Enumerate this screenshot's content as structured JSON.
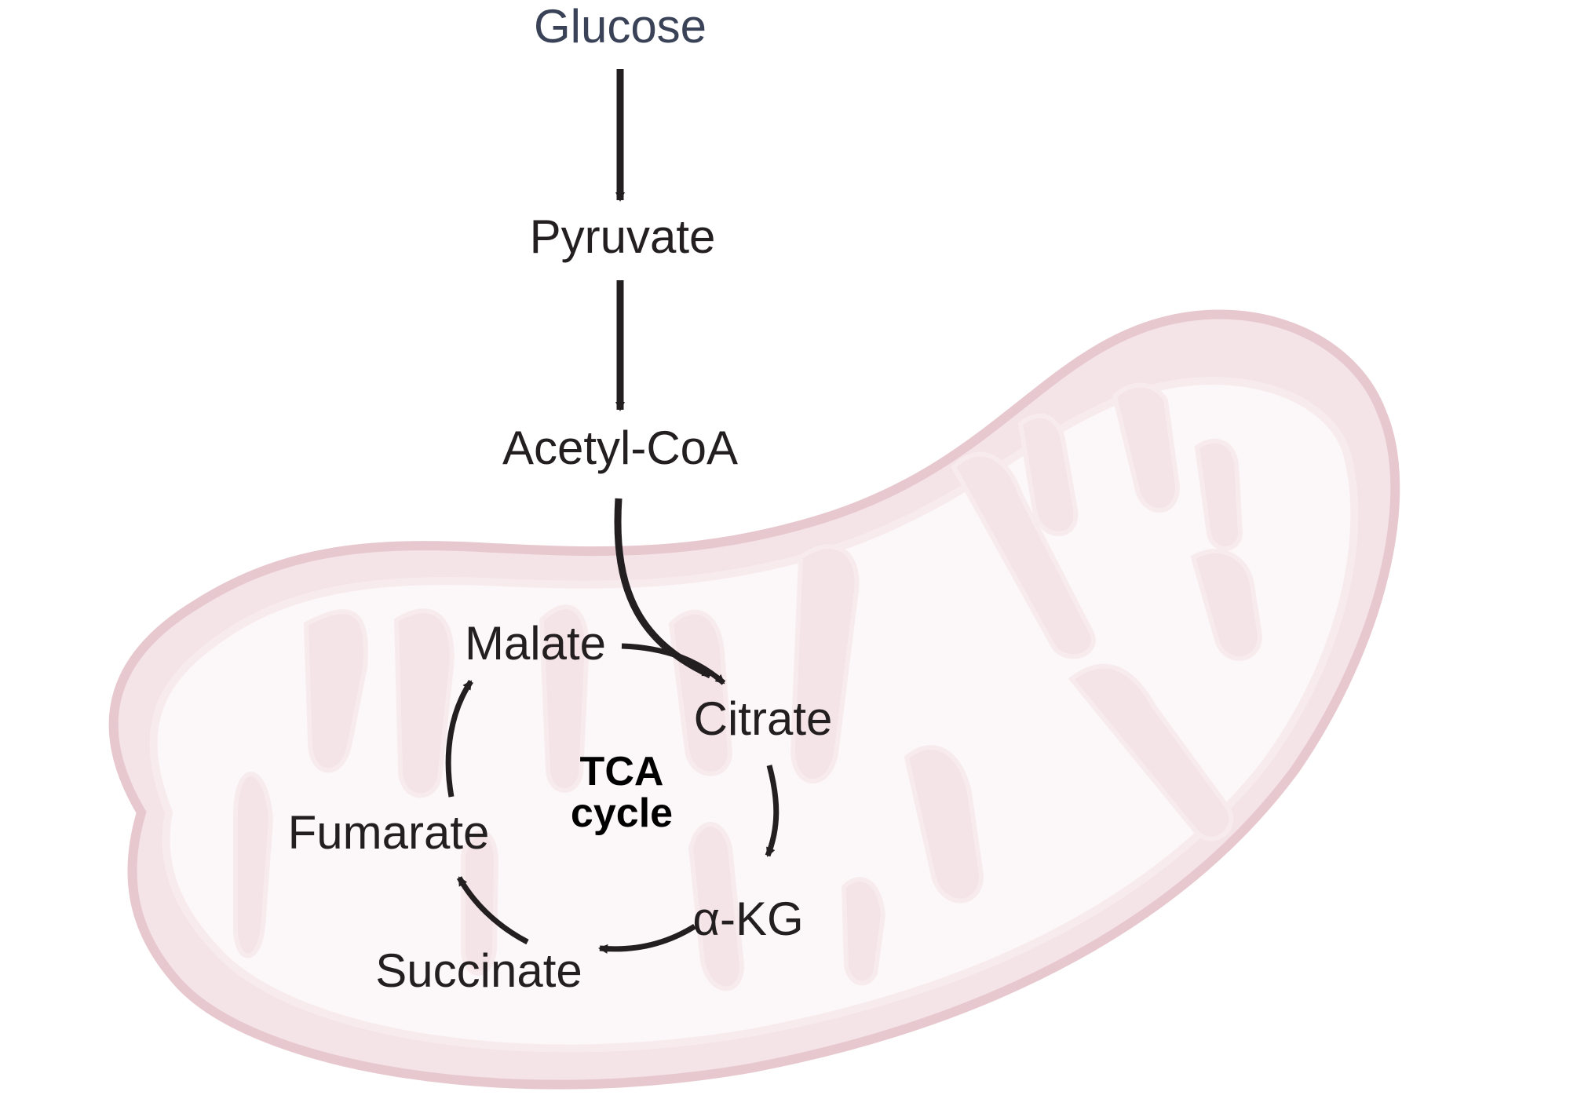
{
  "diagram": {
    "pathway": {
      "glucose": "Glucose",
      "pyruvate": "Pyruvate",
      "acetyl_coa": "Acetyl-CoA"
    },
    "tca_cycle": {
      "title_line1": "TCA",
      "title_line2": "cycle",
      "metabolites": {
        "malate": "Malate",
        "citrate": "Citrate",
        "alpha_kg": "α-KG",
        "succinate": "Succinate",
        "fumarate": "Fumarate"
      }
    }
  },
  "colors": {
    "membrane_outer": "#e7c8ce",
    "matrix_fill": "#f4e3e7",
    "crista_fill": "#fcf7f8",
    "crista_stroke": "#f8ebee",
    "arrow": "#231f20",
    "glucose_text": "#3a4257"
  }
}
